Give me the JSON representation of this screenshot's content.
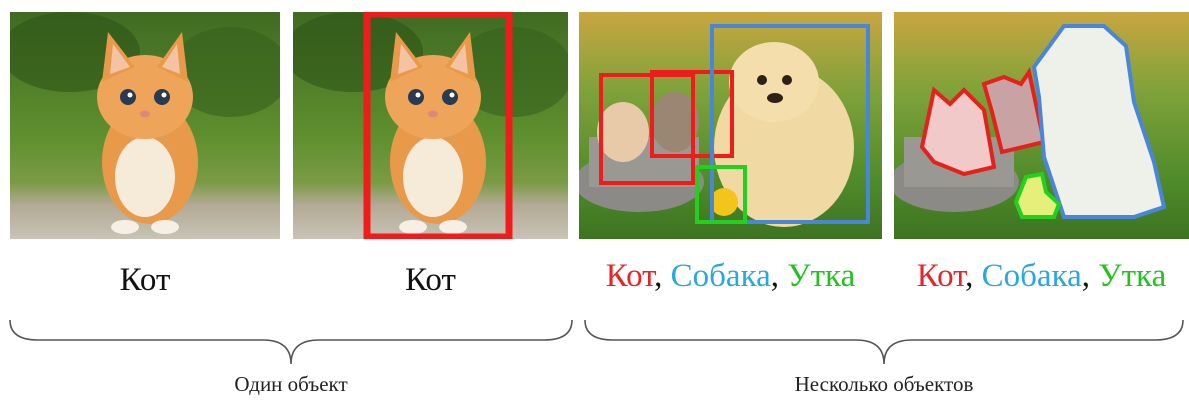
{
  "panels": [
    {
      "id": "p1",
      "caption": "Кот"
    },
    {
      "id": "p2",
      "caption": "Кот"
    },
    {
      "id": "p3",
      "labels": [
        {
          "text": "Кот",
          "color": "#e8232a"
        },
        {
          "sep": ", "
        },
        {
          "text": "Собака",
          "color": "#2aa7e0"
        },
        {
          "sep": ", "
        },
        {
          "text": "Утка",
          "color": "#22c31f"
        }
      ]
    },
    {
      "id": "p4",
      "labels": [
        {
          "text": "Кот",
          "color": "#e8232a"
        },
        {
          "sep": ", "
        },
        {
          "text": "Собака",
          "color": "#2aa7e0"
        },
        {
          "sep": ", "
        },
        {
          "text": "Утка",
          "color": "#22c31f"
        }
      ]
    }
  ],
  "groups": {
    "single": "Один объект",
    "multiple": "Несколько объектов"
  },
  "colors": {
    "cat": "#ef1c1c",
    "dog": "#4a86d8",
    "duck": "#22d11f"
  }
}
